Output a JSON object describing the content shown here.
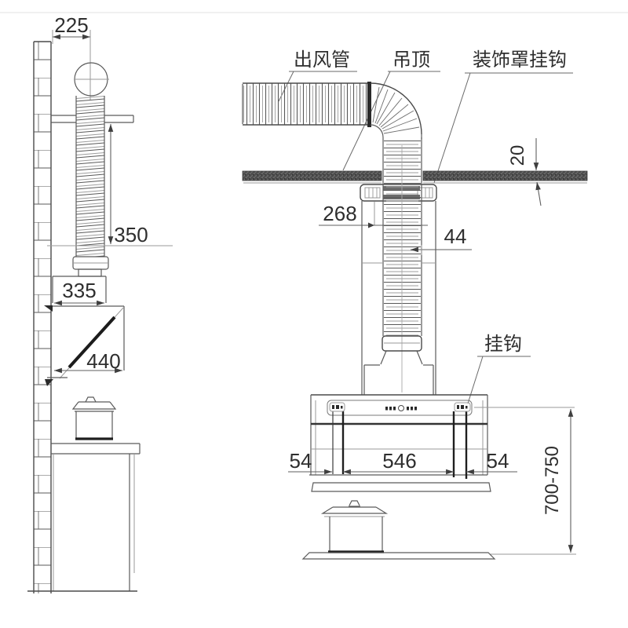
{
  "left_view": {
    "dim_wall_to_duct": "225",
    "dim_duct_drop": "350",
    "dim_chimney_depth": "335",
    "dim_hood_depth": "440"
  },
  "right_view": {
    "label_outlet_pipe": "出风管",
    "label_ceiling": "吊顶",
    "label_cover_hook": "装饰罩挂钩",
    "label_hook": "挂钩",
    "dim_ceiling_thickness": "20",
    "dim_cover_width": "268",
    "dim_duct_gap": "44",
    "dim_hook_offset_left": "54",
    "dim_hook_spacing": "546",
    "dim_hook_offset_right": "54",
    "dim_install_height": "700-750"
  },
  "colors": {
    "background": "#ffffff",
    "line": "#4a4a4a",
    "dark": "#1f1f1f",
    "dim_line": "#5f5f5f",
    "ceiling_fill": "#4e4e4e"
  }
}
